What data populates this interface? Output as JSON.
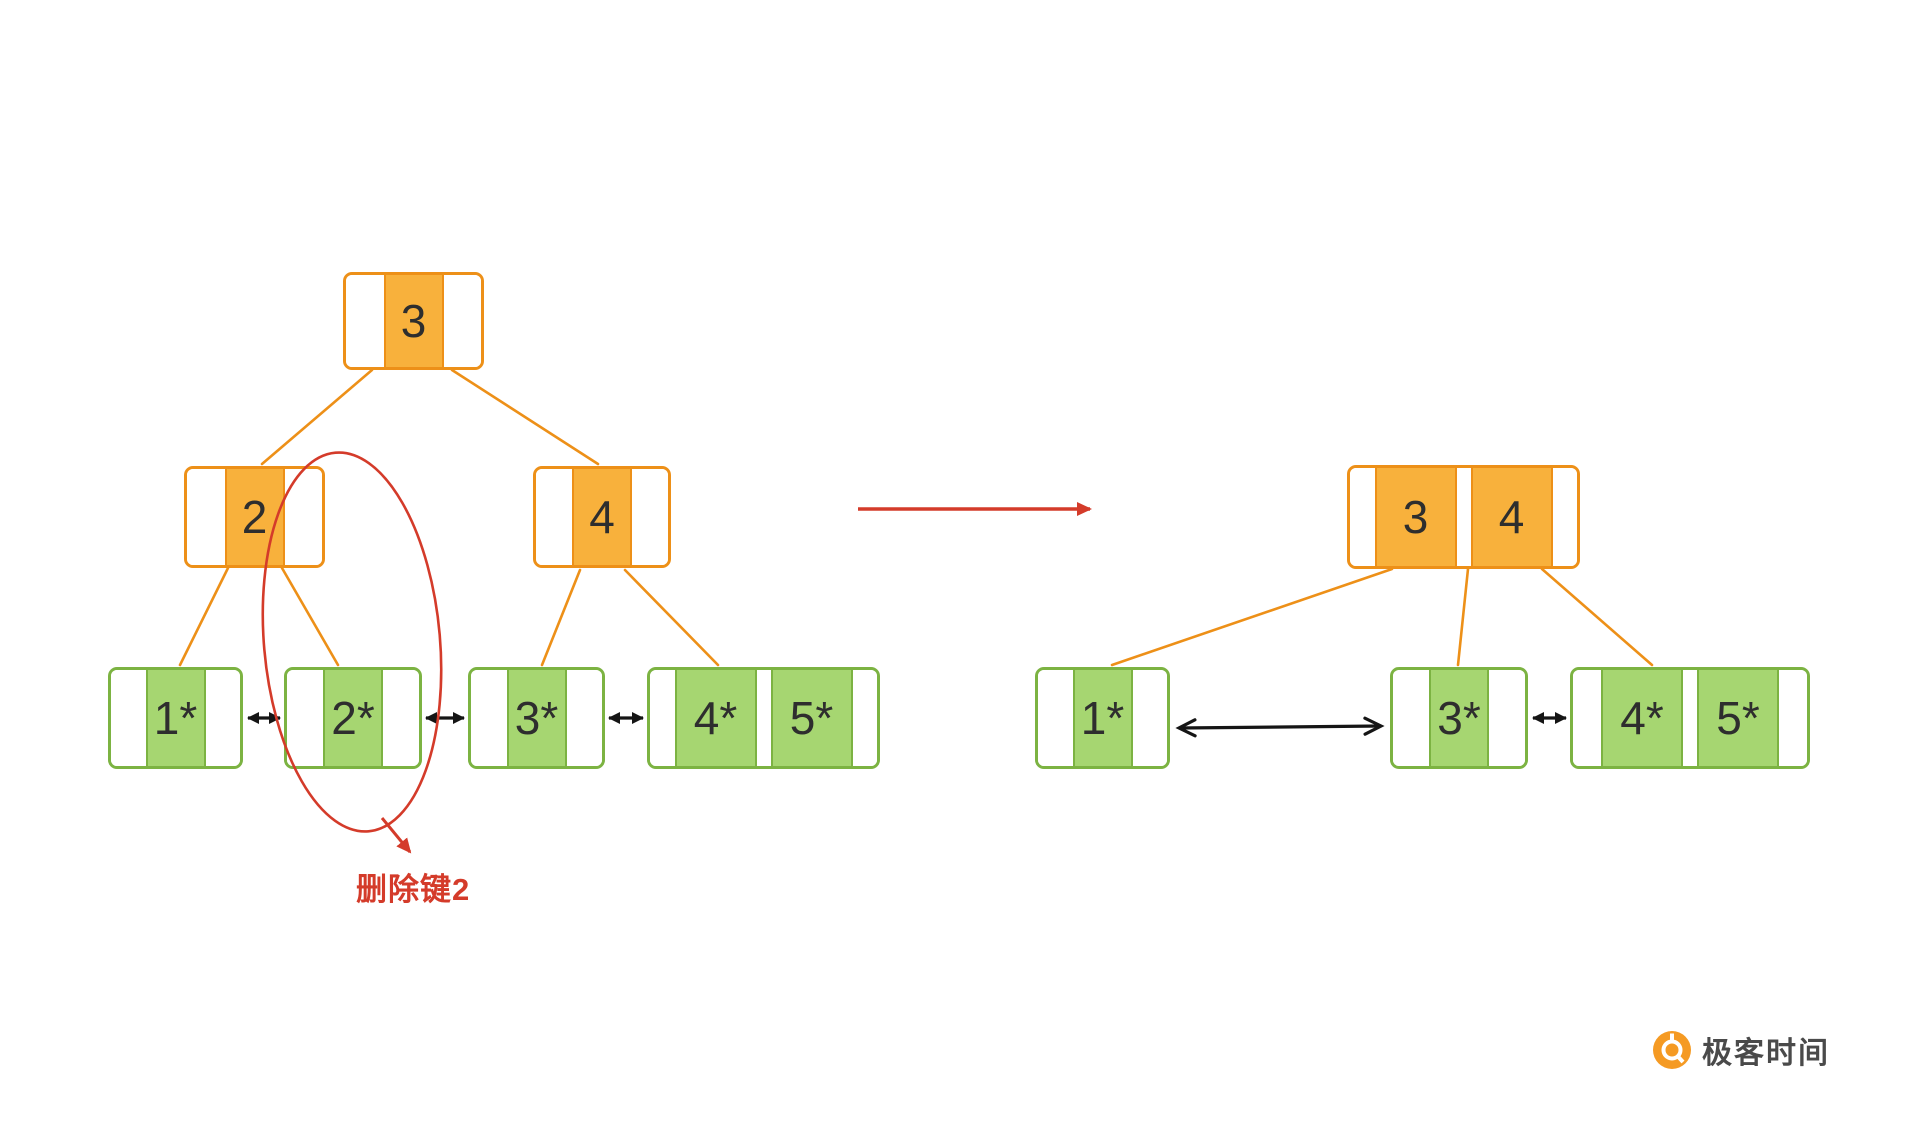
{
  "colors": {
    "orange_border": "#ED9018",
    "orange_fill": "#F8B13C",
    "green_border": "#7CB342",
    "green_fill": "#A6D671",
    "red_accent": "#D43B2A",
    "text": "#2E2E2E"
  },
  "before": {
    "root": {
      "keys": [
        "3"
      ]
    },
    "internal_left": {
      "keys": [
        "2"
      ]
    },
    "internal_right": {
      "keys": [
        "4"
      ]
    },
    "leaf_1": {
      "keys": [
        "1*"
      ]
    },
    "leaf_2": {
      "keys": [
        "2*"
      ]
    },
    "leaf_3": {
      "keys": [
        "3*"
      ]
    },
    "leaf_45": {
      "keys": [
        "4*",
        "5*"
      ]
    }
  },
  "after": {
    "root": {
      "keys": [
        "3",
        "4"
      ]
    },
    "leaf_1": {
      "keys": [
        "1*"
      ]
    },
    "leaf_3": {
      "keys": [
        "3*"
      ]
    },
    "leaf_45": {
      "keys": [
        "4*",
        "5*"
      ]
    }
  },
  "annotation": {
    "label": "删除键2"
  },
  "logo": {
    "text": "极客时间",
    "icon": "geektime-circle-q"
  }
}
